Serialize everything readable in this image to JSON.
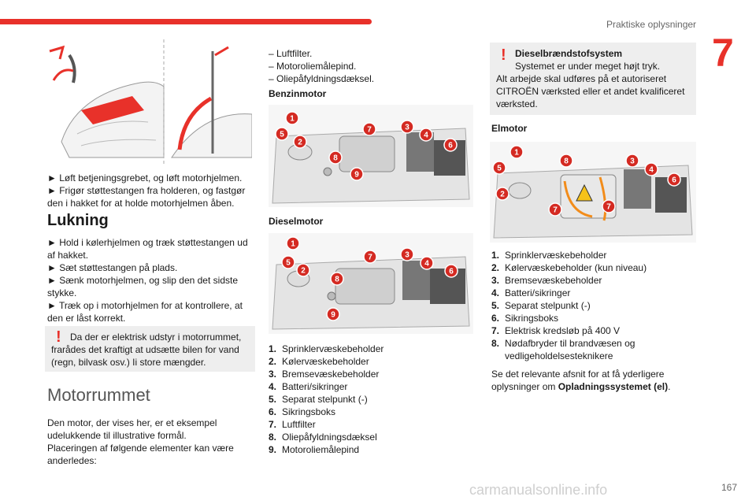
{
  "header": {
    "running_head": "Praktiske oplysninger",
    "chapter_number": "7"
  },
  "left": {
    "instructions": [
      "► Løft betjeningsgrebet, og løft motorhjelmen.",
      "► Frigør støttestangen fra holderen, og fastgør den i hakket for at holde motorhjelmen åben."
    ],
    "closing_heading": "Lukning",
    "closing_steps": [
      "► Hold i kølerhjelmen og træk støttestangen ud af hakket.",
      "► Sæt støttestangen på plads.",
      "► Sænk motorhjelmen, og slip den det sidste stykke.",
      "► Træk op i motorhjelmen for at kontrollere, at den er låst korrekt."
    ],
    "warning": "Da der er elektrisk udstyr i motorrummet, frarådes det kraftigt at udsætte bilen for vand (regn, bilvask osv.) Ii store mængder.",
    "section_heading": "Motorrummet",
    "intro": [
      "Den motor, der vises her, er et eksempel udelukkende til illustrative formål.",
      "Placeringen af følgende elementer kan være anderledes:"
    ]
  },
  "middle": {
    "top_list": [
      "– Luftfilter.",
      "– Motoroliemålepind.",
      "– Oliepåfyldningsdæksel."
    ],
    "petrol_heading": "Benzinmotor",
    "diesel_heading": "Dieselmotor",
    "legend": [
      {
        "n": "1.",
        "text": "Sprinklervæskebeholder"
      },
      {
        "n": "2.",
        "text": "Kølervæskebeholder"
      },
      {
        "n": "3.",
        "text": "Bremsevæskebeholder"
      },
      {
        "n": "4.",
        "text": "Batteri/sikringer"
      },
      {
        "n": "5.",
        "text": "Separat stelpunkt (-)"
      },
      {
        "n": "6.",
        "text": "Sikringsboks"
      },
      {
        "n": "7.",
        "text": "Luftfilter"
      },
      {
        "n": "8.",
        "text": "Oliepåfyldningsdæksel"
      },
      {
        "n": "9.",
        "text": "Motoroliemålepind"
      }
    ]
  },
  "right": {
    "warning_title": "Dieselbrændstofsystem",
    "warning_text": "Systemet er under meget højt tryk.",
    "warning_text2": "Alt arbejde skal udføres på et autoriseret CITROËN værksted eller et andet kvalificeret værksted.",
    "elmotor_heading": "Elmotor",
    "legend": [
      {
        "n": "1.",
        "text": "Sprinklervæskebeholder"
      },
      {
        "n": "2.",
        "text": "Kølervæskebeholder (kun niveau)"
      },
      {
        "n": "3.",
        "text": "Bremsevæskebeholder"
      },
      {
        "n": "4.",
        "text": "Batteri/sikringer"
      },
      {
        "n": "5.",
        "text": "Separat stelpunkt (-)"
      },
      {
        "n": "6.",
        "text": "Sikringsboks"
      },
      {
        "n": "7.",
        "text": "Elektrisk kredsløb på 400 V"
      },
      {
        "n": "8.",
        "text": "Nødafbryder til brandvæsen og vedligeholdelsesteknikere"
      }
    ],
    "footer_text": "Se det relevante afsnit for at få yderligere oplysninger om ",
    "footer_bold": "Opladningssystemet (el)",
    "footer_end": "."
  },
  "footer": {
    "page_number": "167",
    "watermark": "carmanualsonline.info"
  },
  "badges": {
    "petrol": [
      "1",
      "5",
      "2",
      "7",
      "3",
      "4",
      "6",
      "8",
      "9"
    ],
    "diesel": [
      "1",
      "5",
      "2",
      "7",
      "3",
      "4",
      "6",
      "8",
      "9"
    ],
    "electric": [
      "1",
      "5",
      "2",
      "8",
      "3",
      "4",
      "6",
      "7",
      "7"
    ]
  },
  "colors": {
    "accent": "#e8312a",
    "badge": "#d42a22"
  }
}
